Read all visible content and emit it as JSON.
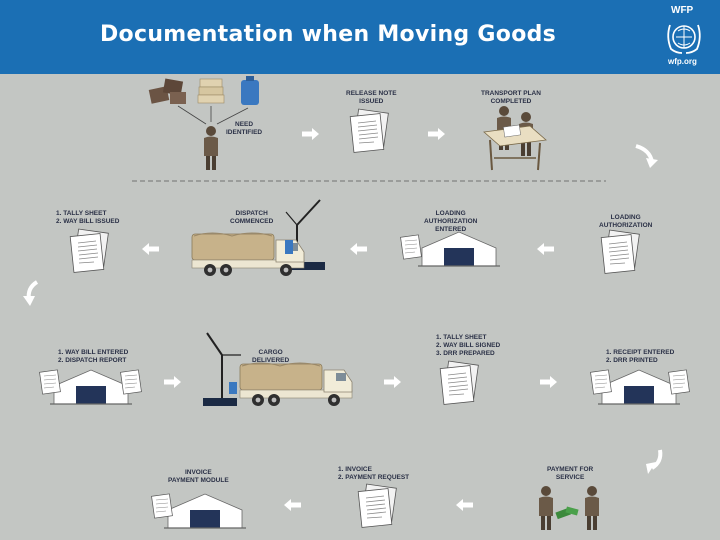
{
  "header": {
    "title": "Documentation when Moving Goods",
    "logo_top": "WFP",
    "logo_bottom": "wfp.org"
  },
  "steps": {
    "need_identified": [
      "NEED",
      "IDENTIFIED"
    ],
    "release_note_issued": [
      "RELEASE NOTE",
      "ISSUED"
    ],
    "transport_plan_completed": [
      "TRANSPORT PLAN",
      "COMPLETED"
    ],
    "tally_waybill_issued": [
      "1. TALLY SHEET",
      "2. WAY BILL ISSUED"
    ],
    "dispatch_commenced": [
      "DISPATCH",
      "COMMENCED"
    ],
    "loading_authorization_entered": [
      "LOADING",
      "AUTHORIZATION",
      "ENTERED"
    ],
    "loading_authorization": [
      "LOADING",
      "AUTHORIZATION"
    ],
    "waybill_entered_dispatch_report": [
      "1. WAY BILL ENTERED",
      "2. DISPATCH REPORT"
    ],
    "cargo_delivered": [
      "CARGO",
      "DELIVERED"
    ],
    "tally_waybill_signed_drr": [
      "1. TALLY SHEET",
      "2. WAY BILL SIGNED",
      "3. DRR PREPARED"
    ],
    "receipt_entered_drr_printed": [
      "1. RECEIPT ENTERED",
      "2. DRR PRINTED"
    ],
    "invoice_payment_module": [
      "INVOICE",
      "PAYMENT MODULE"
    ],
    "invoice_payment_request": [
      "1. INVOICE",
      "2. PAYMENT REQUEST"
    ],
    "payment_for_service": [
      "PAYMENT FOR",
      "SERVICE"
    ]
  },
  "colors": {
    "header_bg": "#1b6fb4",
    "page_bg": "#c3c6c3",
    "caption": "#2a3046",
    "arrow": "#ffffff",
    "warehouse_door": "#233459",
    "truck_cargo": "#c7b28a"
  }
}
